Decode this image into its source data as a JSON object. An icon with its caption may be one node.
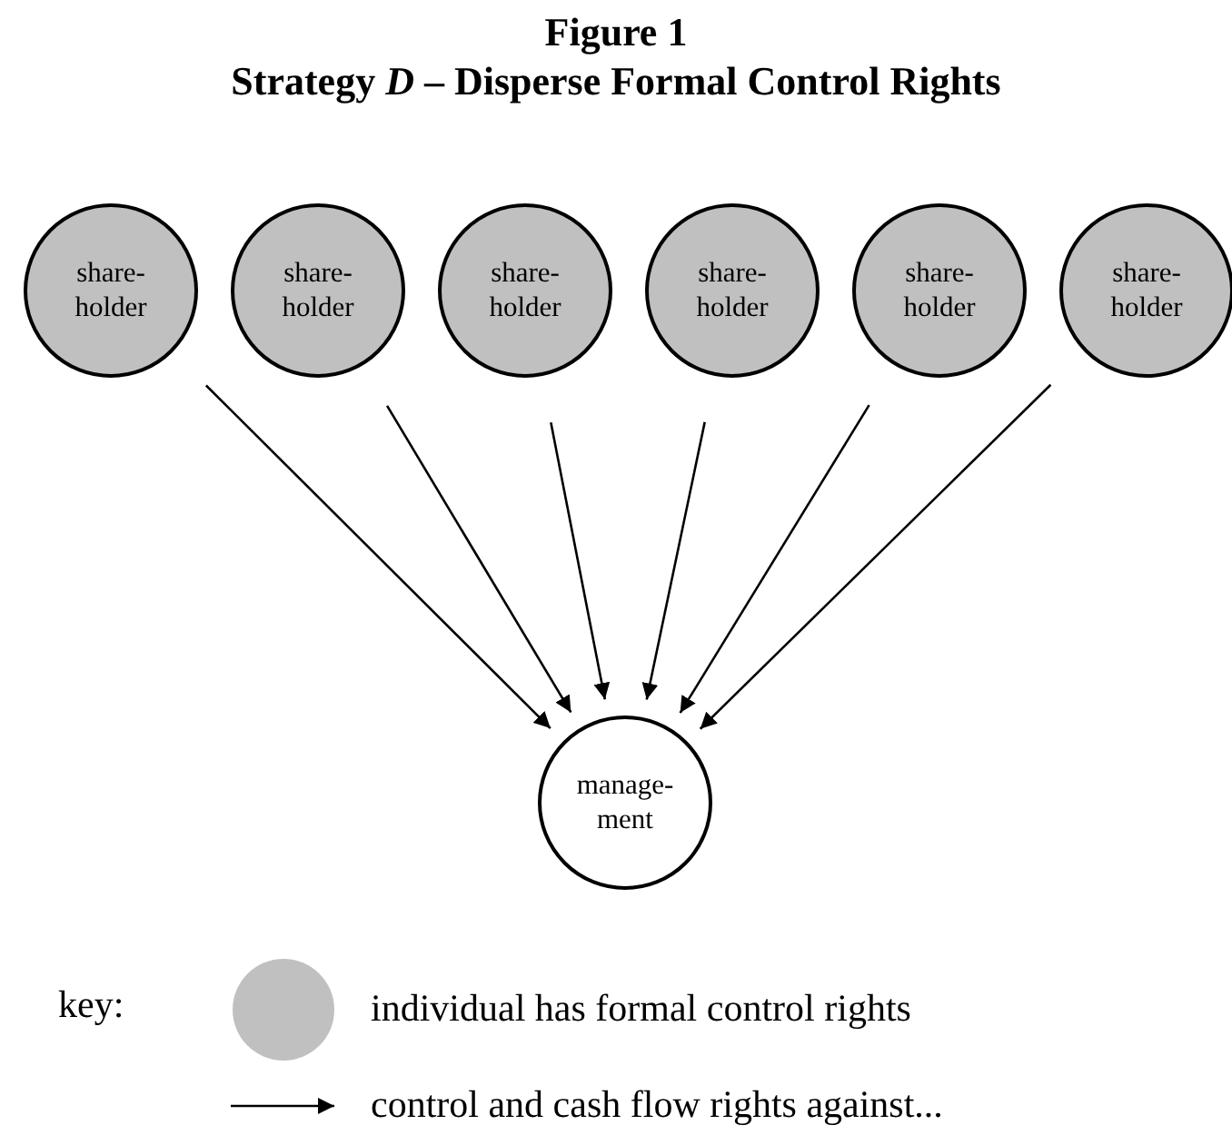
{
  "diagram": {
    "title": "Figure 1 Strategy *D* – Disperse Formal Control Rights",
    "nodes": [
      {
        "text": [
          "share-holder"
        ]
      },
      {
        "text": [
          "share-holder"
        ]
      },
      {
        "text": [
          "share-holder"
        ]
      },
      {
        "text": [
          "share-holder"
        ]
      },
      {
        "text": [
          "share-holder"
        ]
      },
      {
        "text": [
          "share-holder"
        ]
      },
      {
        "text": [
          "manage-ment"
        ]
      }
    ],
    "edges": [
      {
        "from": 0,
        "to": 6,
        "arrow": "to"
      },
      {
        "from": 1,
        "to": 6,
        "arrow": "to"
      },
      {
        "from": 2,
        "to": 6,
        "arrow": "to"
      },
      {
        "from": 3,
        "to": 6,
        "arrow": "to"
      },
      {
        "from": 4,
        "to": 6,
        "arrow": "to"
      },
      {
        "from": 5,
        "to": 6,
        "arrow": "to"
      }
    ],
    "labels": [
      "key:"
    ],
    "legend": [
      {
        "text": "individual has formal control rights",
        "color": "#c0c0c0"
      },
      {
        "text": "control and cash flow rights against..."
      }
    ]
  }
}
